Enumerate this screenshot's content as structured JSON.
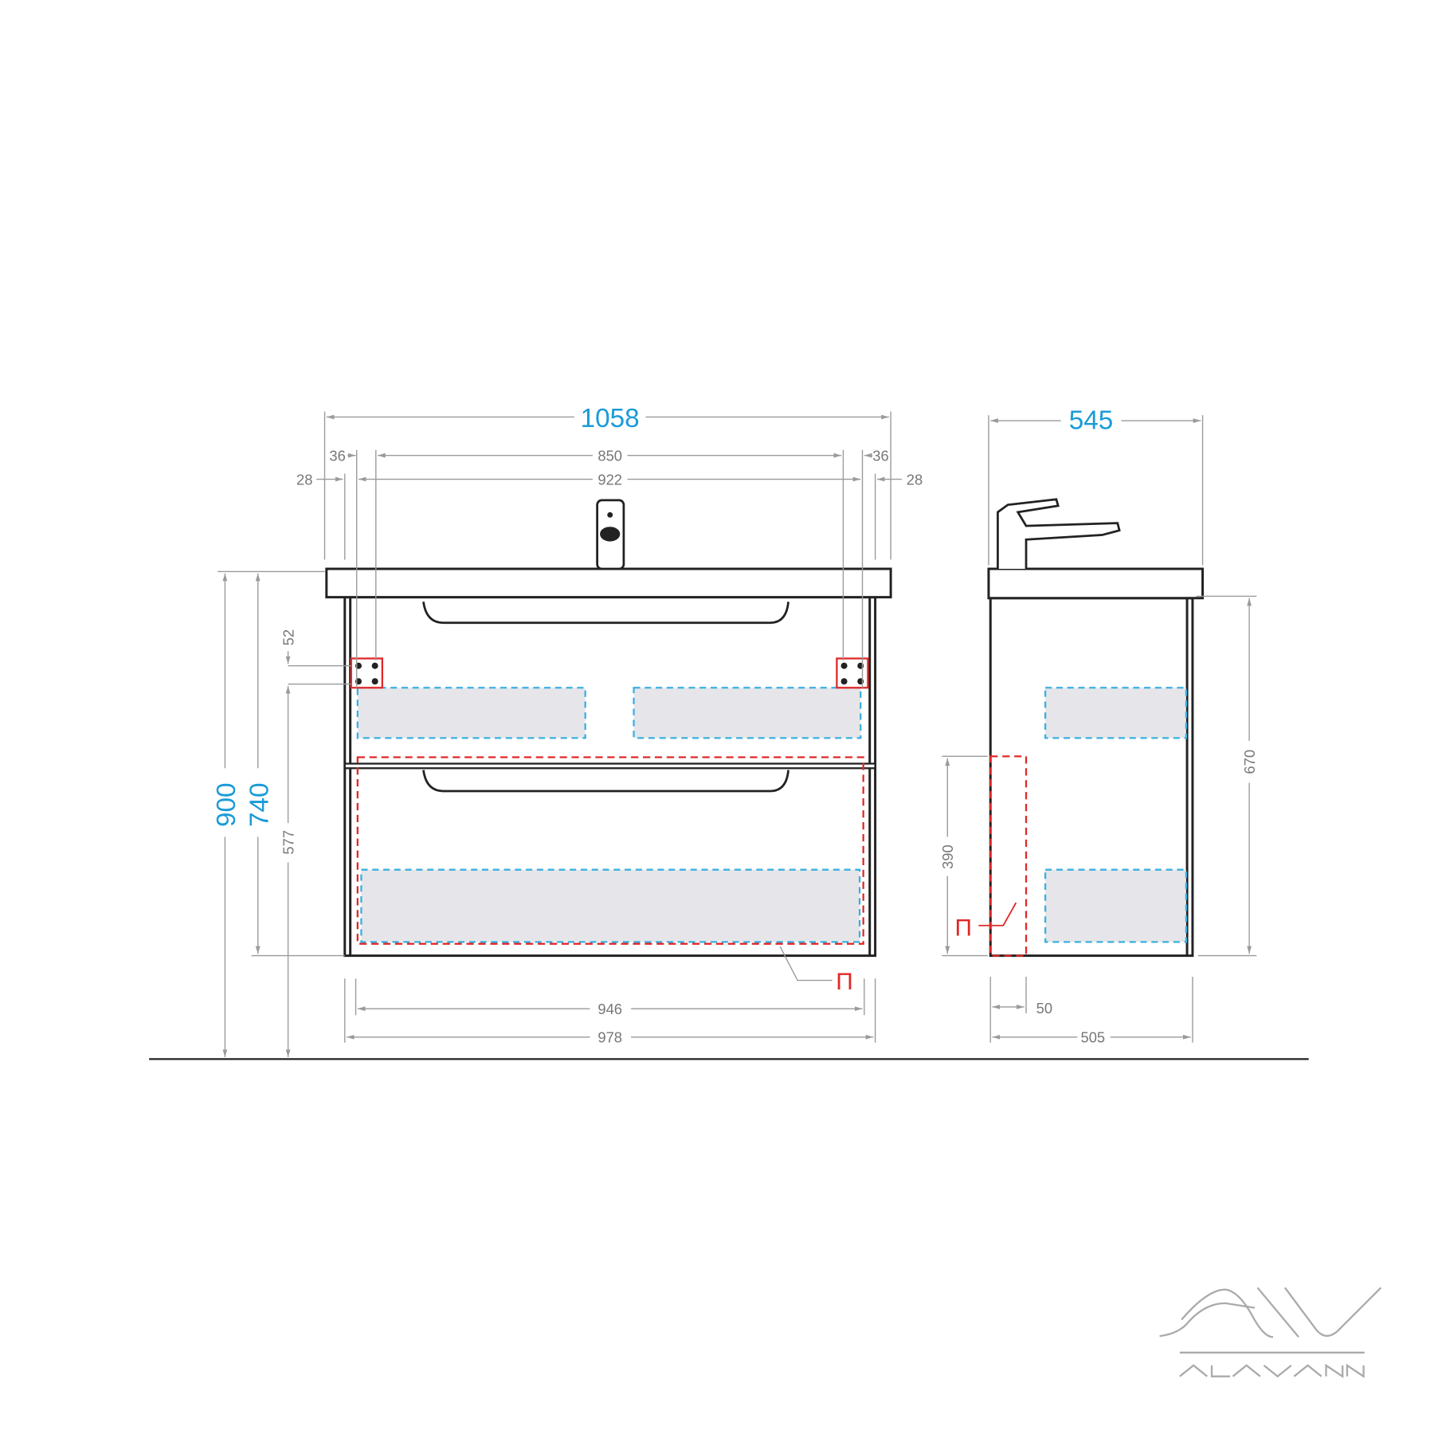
{
  "drawing": {
    "front_view": {
      "overall_width": "1058",
      "mount_spacing": "850",
      "mount_offset_left": "36",
      "mount_offset_right": "36",
      "inner_width": "922",
      "side_offset_left": "28",
      "side_offset_right": "28",
      "total_height": "900",
      "cabinet_height": "740",
      "mount_height": "577",
      "mount_bracket_height": "52",
      "drawer_width": "946",
      "cabinet_width": "978",
      "profile_label": "П"
    },
    "side_view": {
      "overall_depth": "545",
      "cabinet_height": "670",
      "profile_height": "390",
      "profile_depth": "50",
      "cabinet_depth": "505",
      "profile_label": "П"
    },
    "logo": {
      "brand": "ALAVANN",
      "mark": "AW"
    },
    "colors": {
      "accent": "#1a9bd7",
      "mount": "#e02828",
      "drawer_box": "#3ab0e0",
      "line": "#222222",
      "dimension": "#9a9a9a"
    }
  }
}
